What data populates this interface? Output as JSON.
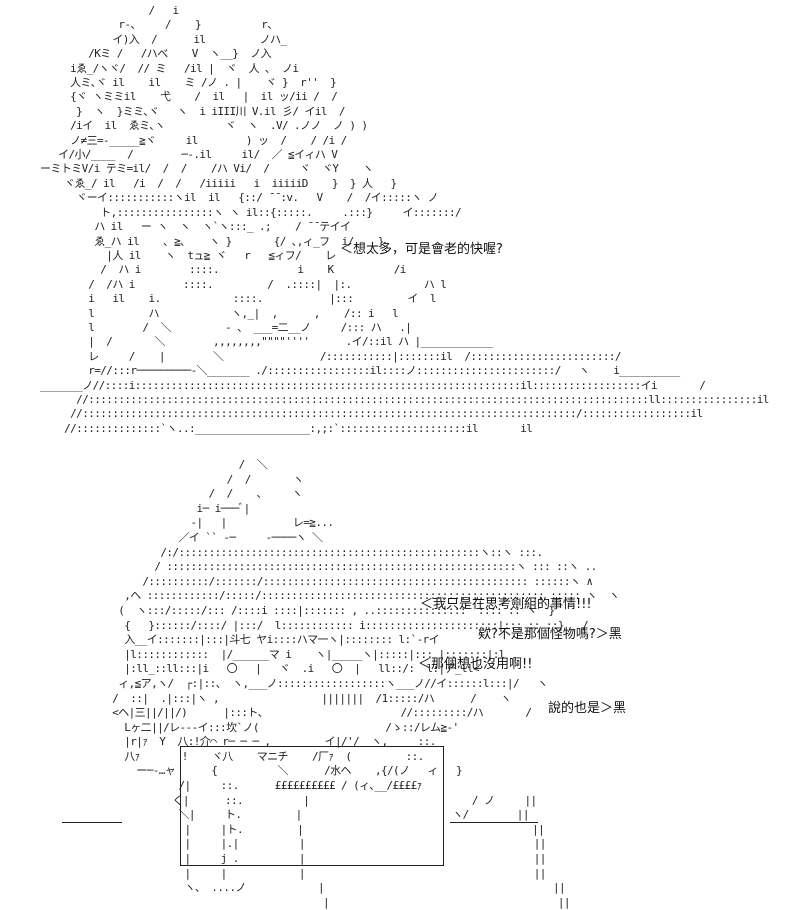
{
  "panels": [
    {
      "art_lines": [
        "                    /   i",
        "               r-、    /    }          r、",
        "              イ)入  /      il         ノハ_",
        "          /Kミ /   /ハべ    V  ヽ__}  ノ入",
        "       iゑ_/ヽヾ/  // ミ   /il |  ヾ  人 ､  ノi",
        "       人ミ､ヾ il    il    ミ /ノ . |    ヾ }  r''  }",
        "       {ヾ ヽミミil    弋    /  il   |  il ッ/ii /  /",
        "        }  ヽ  }ミミ､ヾ   ヽ  i iIII川 V.il 彡/ イil  /",
        "       /iイ  il  ゑミ､ヽ          ヾ  ヽ  .V/ .ノノ  ノ ) )",
        "       ノ≠三=-_____≧ヾ     il        ) ッ  /    / /i /",
        "     イ/小/____  /        ─-.il     il/  ／ ≦イィハ V",
        "  ーミトミV/i テミ=il/  /  /    /ハ Vi/  /     ヾ  ヾY    ヽ",
        "      ヾゑ_/ il   /i  /  /   /iiiii   i  iiiiiD    }  } 人   }",
        "        ヾーイ:::::::::::ヽil  il   {::/ ̄ ̄ :v.   V    /  /イ:::::ヽ ノ",
        "            ト,::::::::::::::::ヽ ヽ il::{:::::.     .:::}     イ:::::::/",
        "           ハ il   ー ヽ  ヽ  ヽ`ヽ:::_ .;    / ̄ ̄ テイイ",
        "           ゑ_ハ il    ､ ≧､    ヽ }       {/ ､,ィ_フ  i/    }",
        "             |人 il    ヽ  tュ≧ ヾ   r   ≦ィフ/    レ",
        "            /  ハ i        ::::.             i    K          /i",
        "          /  /ハ i        ::::.         /  .::::|  |:.            ハ l",
        "          i   il    i.            ::::.           |:::         イ  l",
        "          l         ハ            ヽ,_|  ,      ,    /:: i   l",
        "          l        /  ＼         ‐ 、 ___=二__ノ     /::: ハ   .|",
        "          |  /       ＼        ,,,,,,,,\"\"\"\"''''      .イ/::il ハ |____________",
        "          レ     /    |        ＼                /:::::::::::|:::::::il  /::::::::::::::::::::::::/",
        "          r=//:::r─────────‐＼_______ ./:::::::::::::::::il::::ノ:::::::::::::::::::::::/   ヽ    i__________",
        "  _______ノ//::::i::::::::::::::::::::::::::::::::::::::::::::::::::::::::::::::::il::::::::::::::::::イi       /",
        "        //:::::::::::::::::::::::::::::::::::::::::::::::::::::::::::::::::::::::::::::::::::::::::::::ll::::::::::::::::il       /",
        "       //::::::::::::::::::::::::::::::::::::::::::::::::::::::::::::::::::::::::::::::::::/::::::::::::::::::il",
        "      //::::::::::::::`ヽ..:___________________:,;:`:::::::::::::::::::::il       il"
      ]
    },
    {
      "art_lines": [
        "                              /  ＼",
        "                            /  /       ヽ",
        "                         /  /    ､     ヽ",
        "                       i─ i───ﾞ|",
        "                      -|   |           レ=≧...",
        "                    ／イ `` ‐─     ‐────ヽ ＼",
        "                 /:/::::::::::::::::::::::::::::::::::::::::::::::::::ヽ::ヽ :::.",
        "                / ::::::::::::::::::::::::::::::::::::::::::::::::::::::::::ヽ ::: ::ヽ ..",
        "              /::::::::::/:::::::/:::::::::::::::::::::::::::::::::::::::::::: ::::::ヽ ∧",
        "           ,ヘ ::::::::::::/:::::/::::::::::::::::::::::::::::::::::::::::::::::: ::::: ヽ  ヽ",
        "          (  ヽ:::/:::::/::: /::::i ::::|::::::: , ..:::::::::::::::  :::: :: ヽ  }",
        "           {   }::::::/::::/ |:::/  l:::::::::::: i::::::::::::::::::::::|::: :: ::}   /",
        "           入__イ:::::::|:::|斗七 ヤi::::ハマ一ヽ|:::::::: l:`-rイ",
        "           |l::::::::::::  |/______マ i    ヽ|_____ヽ|:::::|::: |:::::::|:l",
        "           |:ll_::ll:::|i   〇   |   ヾ  .i   〇  |   ll::/:  l:|ア_ll<",
        "          ィ,≦ア,ヽ/  ┌:|::、 ヽ,___ノ::::::::::::::::::ヽ___ノ//イ::::::l:::|/   ヽ",
        "         /  ::|  .|:::|ヽ ,                 |||||||  /1:::::/ハ      /    ヽ",
        "         <ヘ|三||/||/)      |:::ト、                      //:::::::::/ハ       /",
        "           Lヶ二||/レ-‐‐イ:::坎`ノ(                     /ゝ::/レム≧-'",
        "           |r|ｧ  Y  八:!介⌒ r─ ─ ─ ,         イ|/'/  ヽ,     ::.",
        "           八ｧ       !    ヾ八    マニチ    /厂ｧ  (         ::.",
        "             ー─-…ャ      {          ＼      /水ヘ    ,{/(ノ   ィ   }",
        "                    /|     ::.      ££££££££££ / (ィ､__/££££ｧ",
        "                   く|      ::.          |                           / ノ     ||",
        "                    ＼|     ト.         |                         ヽ/        ||",
        "                     |     |ト.         |                                      ||",
        "                     |     |.|          |                                      ||",
        "                     |     j .          |                                      ||",
        "                     |     |            |                                      ||",
        "                     ヽ、 ....ノ            |                                      ||",
        "                                            |                                      ||"
      ]
    }
  ],
  "captions": [
    "＜想太多，可是會老的快喔?",
    "＜我只是在思考劍組的事情!!!",
    "欸?不是那個怪物嗎?＞黑",
    "＜那個想也沒用啊!!",
    "說的也是＞黑"
  ]
}
